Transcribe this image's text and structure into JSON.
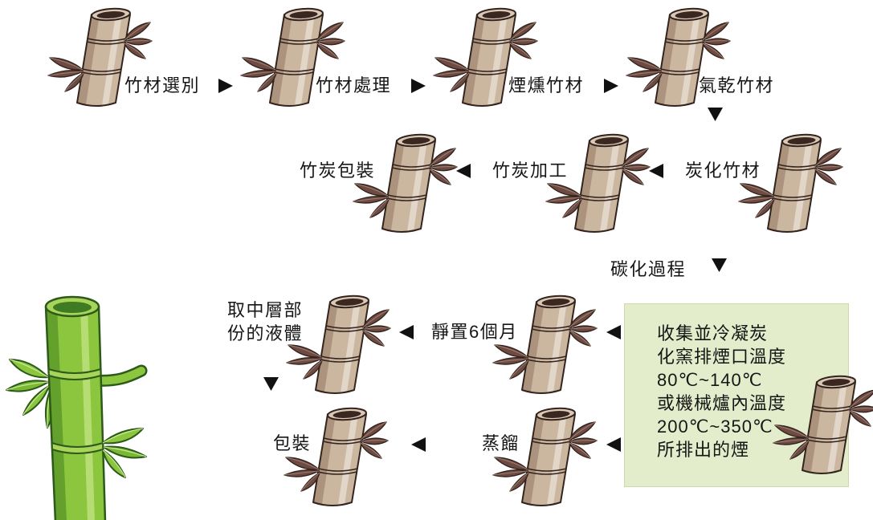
{
  "charcoal_steps": [
    "竹材選別",
    "竹材處理",
    "煙燻竹材",
    "氣乾竹材",
    "炭化竹材",
    "竹炭加工",
    "竹炭包裝"
  ],
  "carbonization_label": "碳化過程",
  "collection_box": {
    "lines": [
      "收集並冷凝炭",
      "化窯排煙口溫度",
      "80℃~140℃",
      "或機械爐內溫度",
      "200℃~350℃",
      "所排出的煙"
    ]
  },
  "liquid_steps": {
    "rest": "靜置6個月",
    "extract_lines": [
      "取中層部",
      "份的液體"
    ],
    "distill": "蒸餾",
    "package": "包裝"
  },
  "icons": {
    "stage": "bamboo-icon",
    "decoration": "green-bamboo-icon",
    "flow": [
      "arrow-right-icon",
      "arrow-down-icon",
      "arrow-left-icon"
    ]
  },
  "colors": {
    "background": "#ffffff",
    "text": "#161616",
    "arrow": "#111111",
    "bamboo_stalk": "#cbb6a0",
    "bamboo_leaf": "#6e4b42",
    "bamboo_outline": "#33231d",
    "green_bamboo": "#8cc63f",
    "green_outline": "#2b5a1a",
    "box_fill": "#e3edcc",
    "box_border": "#cbdbad"
  }
}
